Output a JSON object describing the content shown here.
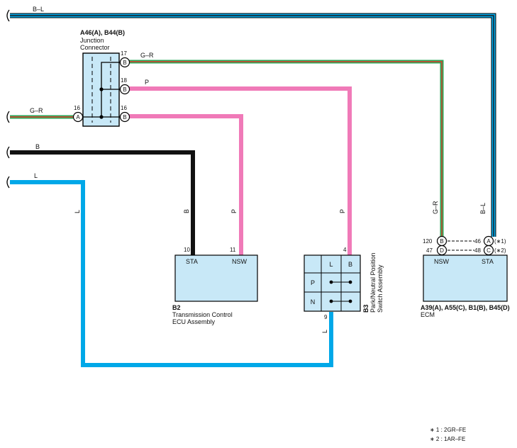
{
  "colors": {
    "blue": "#00a8e8",
    "pink": "#f07ab8",
    "black": "#111111",
    "green": "#29a85a",
    "red": "#e23a2a",
    "box_fill": "#c8e8f7",
    "wire_b_l_inner": "#1b1b1b"
  },
  "junction": {
    "id": "A46(A), B44(B)",
    "name_line1": "Junction",
    "name_line2": "Connector",
    "pins": [
      {
        "num": "17",
        "letter": "B",
        "wire": "G–R"
      },
      {
        "num": "18",
        "letter": "B",
        "wire": "P"
      },
      {
        "num": "16",
        "letter": "B",
        "wire": ""
      },
      {
        "num": "16",
        "letter": "A",
        "wire": "G–R"
      }
    ]
  },
  "wires": {
    "top": "B–L",
    "b": "B",
    "l": "L",
    "p_tcm": "P",
    "p_sw": "P",
    "l_sw": "L",
    "gr_ecm": "G–R",
    "bl_ecm": "B–L"
  },
  "tcm": {
    "id": "B2",
    "name_line1": "Transmission Control",
    "name_line2": "ECU Assembly",
    "pin_sta": "10",
    "pin_nsw": "11",
    "label_sta": "STA",
    "label_nsw": "NSW"
  },
  "switch": {
    "id": "B3",
    "name_line1": "Park/Neutral Position",
    "name_line2": "Switch Assembly",
    "pin_top": "4",
    "pin_bottom": "9",
    "col_l": "L",
    "col_b": "B",
    "row_p": "P",
    "row_n": "N"
  },
  "ecm": {
    "id": "A39(A), A55(C), B1(B), B45(D)",
    "name": "ECM",
    "label_nsw": "NSW",
    "label_sta": "STA",
    "pin_120": "120",
    "letter_120": "B",
    "pin_47": "47",
    "letter_47": "D",
    "pin_46": "46",
    "letter_46": "A",
    "note_46": "(∗1)",
    "pin_48": "48",
    "letter_48": "C",
    "note_48": "(∗2)"
  },
  "notes": [
    "∗ 1 : 2GR–FE",
    "∗ 2 : 1AR–FE"
  ]
}
